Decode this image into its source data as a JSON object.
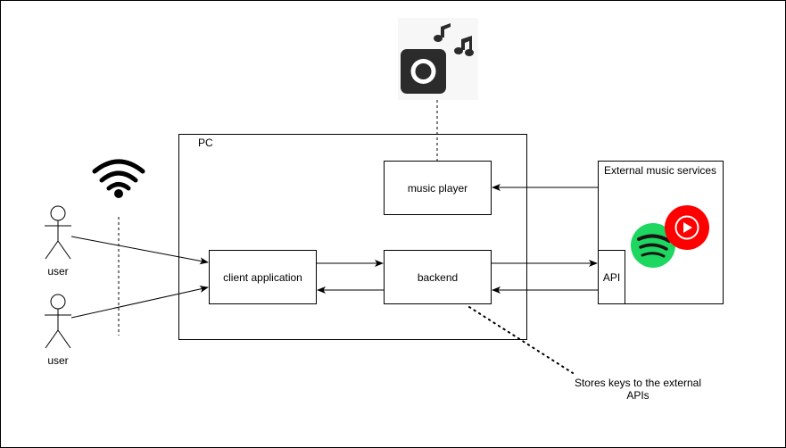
{
  "pc": {
    "label": "PC"
  },
  "music_player": {
    "label": "music player"
  },
  "client_application": {
    "label": "client application"
  },
  "backend": {
    "label": "backend"
  },
  "external_services": {
    "label": "External music services"
  },
  "api": {
    "label": "API"
  },
  "users": [
    {
      "label": "user"
    },
    {
      "label": "user"
    }
  ],
  "note": {
    "line1": "Stores keys to the external",
    "line2": "APIs"
  },
  "icons": {
    "speaker": "speaker-music-icon",
    "wifi": "wifi-icon",
    "spotify": "spotify-icon",
    "youtube_music": "youtube-music-icon"
  },
  "colors": {
    "spotify": "#1ed760",
    "youtube_music": "#ff0000",
    "stroke": "#000000"
  }
}
